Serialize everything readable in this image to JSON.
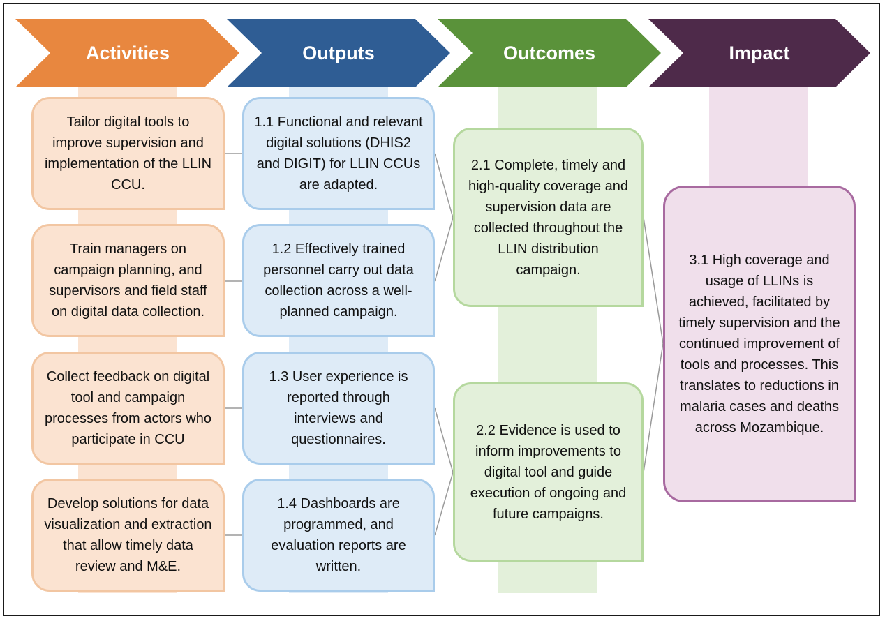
{
  "headers": {
    "activities": "Activities",
    "outputs": "Outputs",
    "outcomes": "Outcomes",
    "impact": "Impact"
  },
  "activities": [
    "Tailor digital tools to improve supervision and implementation of the LLIN CCU.",
    "Train managers on campaign planning, and supervisors and field staff on digital data collection.",
    "Collect feedback on digital tool and campaign processes from actors who participate in CCU",
    "Develop solutions for data visualization and extraction that allow timely data review and M&E."
  ],
  "outputs": [
    "1.1 Functional and relevant digital solutions (DHIS2 and DIGIT) for LLIN CCUs are adapted.",
    "1.2 Effectively trained personnel carry out data collection across a well-planned campaign.",
    "1.3 User experience is reported through interviews and questionnaires.",
    "1.4 Dashboards are programmed, and evaluation reports are written."
  ],
  "outcomes": [
    "2.1 Complete, timely and high-quality coverage and supervision data are collected throughout the LLIN distribution campaign.",
    "2.2 Evidence is used to inform improvements to digital tool and guide execution of ongoing and future campaigns."
  ],
  "impact": [
    "3.1 High coverage and usage of LLINs is achieved, facilitated by timely supervision and the continued improvement of tools and processes. This translates to reductions in malaria cases and deaths across Mozambique."
  ],
  "colors": {
    "activities": "#e8873f",
    "outputs": "#2f5d94",
    "outcomes": "#5a923a",
    "impact": "#4e2a4a"
  }
}
